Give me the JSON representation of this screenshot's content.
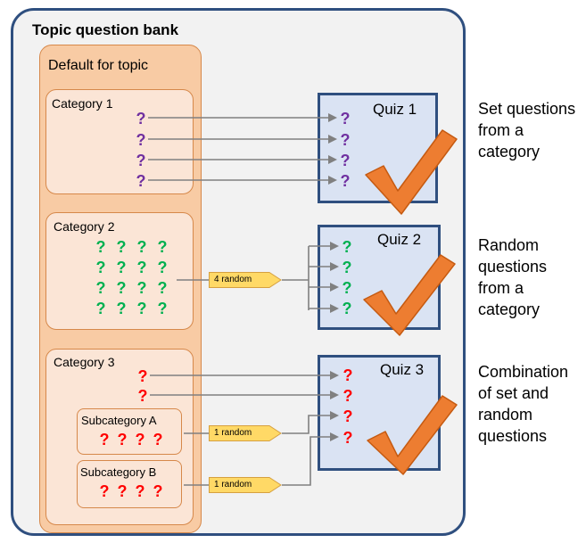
{
  "bank": {
    "title": "Topic question bank"
  },
  "default_group": {
    "title": "Default for topic"
  },
  "categories": [
    {
      "title": "Category 1"
    },
    {
      "title": "Category 2"
    },
    {
      "title": "Category 3"
    }
  ],
  "subcategories": [
    {
      "title": "Subcategory A"
    },
    {
      "title": "Subcategory B"
    }
  ],
  "quizzes": [
    {
      "title": "Quiz 1"
    },
    {
      "title": "Quiz 2"
    },
    {
      "title": "Quiz 3"
    }
  ],
  "random_tags": {
    "cat2": "4 random",
    "subA": "1 random",
    "subB": "1 random"
  },
  "side_labels": [
    "Set questions\nfrom a\ncategory",
    "Random\nquestions\nfrom a\ncategory",
    "Combination\nof set and\nrandom\nquestions"
  ],
  "glyphs": {
    "question": "?"
  },
  "colors": {
    "purple": "#7030a0",
    "green": "#00b050",
    "red": "#ff0000",
    "arrow": "#808080",
    "check": "#ed7d31"
  }
}
